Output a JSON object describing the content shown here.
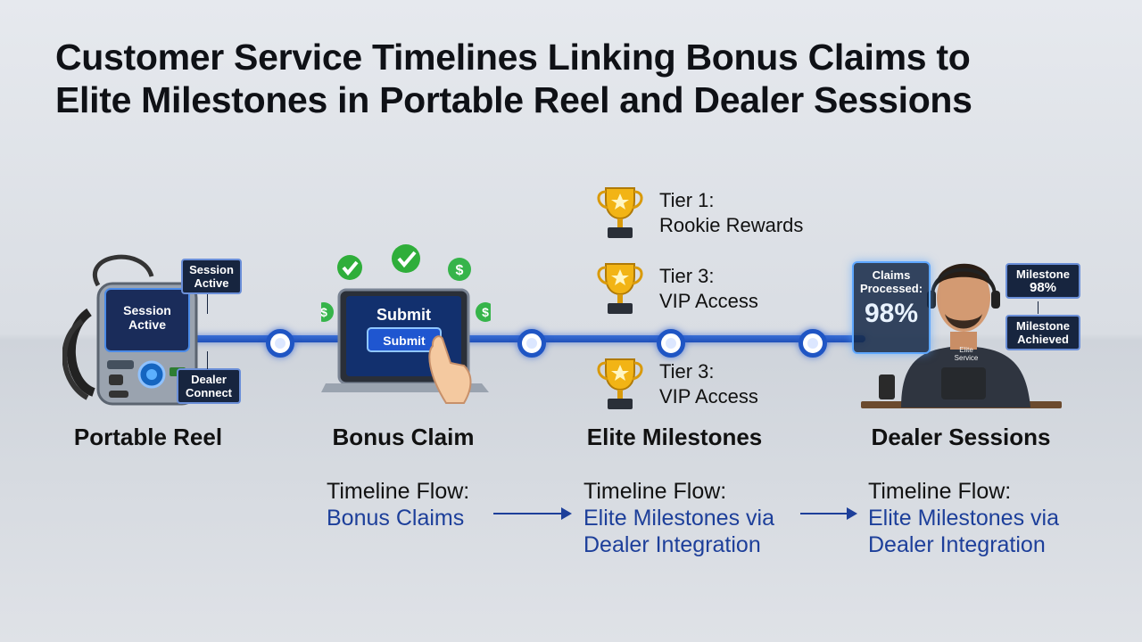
{
  "title": {
    "line1": "Customer Service Timelines Linking Bonus Claims to",
    "line2": "Elite Milestones in Portable Reel and Dealer Sessions"
  },
  "stages": {
    "portable_reel": "Portable Reel",
    "bonus_claim": "Bonus Claim",
    "elite_milestones": "Elite Milestones",
    "dealer_sessions": "Dealer Sessions"
  },
  "device": {
    "screen_text": "Session Active",
    "callout_top": "Session Active",
    "callout_bottom": "Dealer Connect"
  },
  "laptop": {
    "screen_title": "Submit",
    "button_label": "Submit"
  },
  "tiers": [
    {
      "label": "Tier 1:",
      "name": "Rookie Rewards"
    },
    {
      "label": "Tier 3:",
      "name": "VIP Access"
    },
    {
      "label": "Tier 3:",
      "name": "VIP Access"
    }
  ],
  "dealer": {
    "claims_label": "Claims Processed:",
    "claims_value": "98%",
    "milestone_label": "Milestone",
    "milestone_value": "98%",
    "milestone_achieved": "Milestone Achieved",
    "shirt_text": "Elite Service"
  },
  "flows": [
    {
      "title": "Timeline Flow:",
      "text": "Bonus Claims"
    },
    {
      "title": "Timeline Flow:",
      "text": "Elite Milestones via Dealer Integration"
    },
    {
      "title": "Timeline Flow:",
      "text": "Elite Milestones via Dealer Integration"
    }
  ],
  "colors": {
    "timeline": "#1f55c4",
    "flow_text": "#1d3f9a",
    "check_green": "#2fae3a",
    "dollar_green": "#36b44a",
    "trophy_gold": "#f2b415"
  }
}
